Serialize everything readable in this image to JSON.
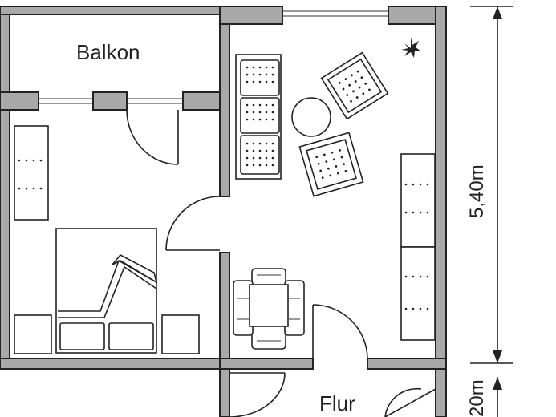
{
  "rooms": {
    "balcony": "Balkon",
    "hall": "Flur"
  },
  "dimensions": {
    "height": "5,40m",
    "lower": "20m"
  },
  "icons": {
    "plant": "plant-icon"
  }
}
